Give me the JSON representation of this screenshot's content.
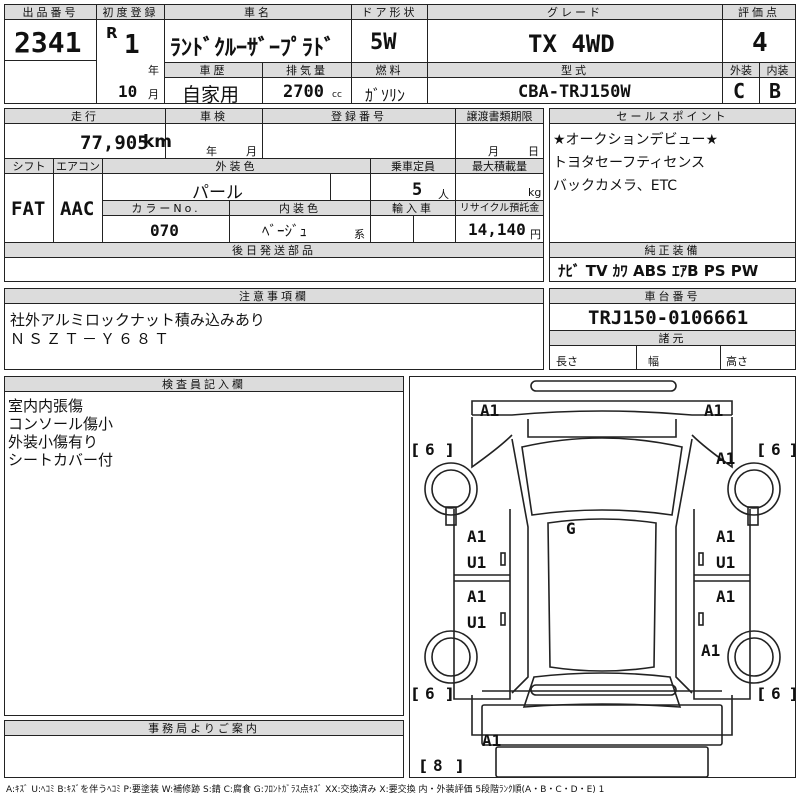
{
  "header": {
    "lot_label": "出品番号",
    "lot_no": "2341",
    "first_reg_label": "初度登録",
    "era": "R",
    "year": "1",
    "year_unit": "年",
    "month": "10",
    "month_unit": "月",
    "name_label": "車名",
    "name": "ﾗﾝﾄﾞｸﾙｰｻﾞｰﾌﾟﾗﾄﾞ",
    "door_label": "ドア形状",
    "door": "5W",
    "grade_label": "グレード",
    "grade": "TX 4WD",
    "score_label": "評価点",
    "score": "4",
    "history_label": "車歴",
    "history": "自家用",
    "displacement_label": "排気量",
    "displacement": "2700",
    "displacement_unit": "cc",
    "fuel_label": "燃料",
    "fuel": "ｶﾞｿﾘﾝ",
    "model_label": "型式",
    "model": "CBA-TRJ150W",
    "ext_grade_label": "外装",
    "ext_grade": "C",
    "int_grade_label": "内装",
    "int_grade": "B"
  },
  "specs": {
    "mileage_label": "走行",
    "mileage": "77,905",
    "mileage_unit": "km",
    "inspection_label": "車検",
    "inspection_year_unit": "年",
    "inspection_month_unit": "月",
    "reg_label": "登録番号",
    "transfer_label": "譲渡書類期限",
    "transfer_month_unit": "月",
    "transfer_day_unit": "日",
    "shift_label": "シフト",
    "shift": "FAT",
    "ac_label": "エアコン",
    "ac": "AAC",
    "exterior_color_label": "外装色",
    "exterior_color": "パール",
    "capacity_label": "乗車定員",
    "capacity": "5",
    "capacity_unit": "人",
    "max_load_label": "最大積載量",
    "max_load_unit": "kg",
    "color_no_label": "カラーNo.",
    "color_no": "070",
    "interior_color_label": "内装色",
    "interior_color": "ﾍﾞｰｼﾞｭ",
    "interior_color_suffix": "系",
    "import_label": "輸入車",
    "recycle_label": "リサイクル預託金",
    "recycle": "14,140",
    "recycle_unit": "円",
    "later_parts_label": "後日発送部品"
  },
  "selling_points": {
    "label": "セールスポイント",
    "lines": [
      "★オークションデビュー★",
      "トヨタセーフティセンス",
      "バックカメラ、ETC"
    ]
  },
  "equipment": {
    "label": "純正装備",
    "items": "ﾅﾋﾞ TV ｶﾜ ABS ｴｱB PS PW"
  },
  "notes": {
    "label": "注意事項欄",
    "lines": [
      "社外アルミロックナット積み込みあり",
      "ＮＳＺＴ－Ｙ６８Ｔ"
    ]
  },
  "chassis": {
    "label": "車台番号",
    "number": "TRJ150-0106661",
    "dims_label": "諸元",
    "length_label": "長さ",
    "width_label": "幅",
    "height_label": "高さ"
  },
  "inspector": {
    "label": "検査員記入欄",
    "lines": [
      "室内内張傷",
      "コンソール傷小",
      "外装小傷有り",
      "シートカバー付"
    ]
  },
  "office": {
    "label": "事務局よりご案内"
  },
  "diagram": {
    "front_left": "A1",
    "front_right": "A1",
    "tire_fl": "6",
    "tire_fr": "6",
    "tire_rl": "6",
    "tire_rr": "6",
    "spare": "8",
    "right_front_fender": "A1",
    "left_front_door_a": "A1",
    "left_front_door_u": "U1",
    "right_front_door_a": "A1",
    "right_front_door_u": "U1",
    "left_rear_door_a": "A1",
    "left_rear_door_u": "U1",
    "right_rear_door": "A1",
    "right_quarter": "A1",
    "windshield": "G",
    "rear": "A1"
  },
  "legend": "A:ｷｽﾞ U:ﾍｺﾐ B:ｷｽﾞを伴うﾍｺﾐ P:要塗装 W:補修跡 S:錆 C:腐食 G:ﾌﾛﾝﾄｶﾞﾗｽ点ｷｽﾞ XX:交換済み X:要交換 内・外装評価 5段階ﾗﾝｸ順(A・B・C・D・E) 1"
}
